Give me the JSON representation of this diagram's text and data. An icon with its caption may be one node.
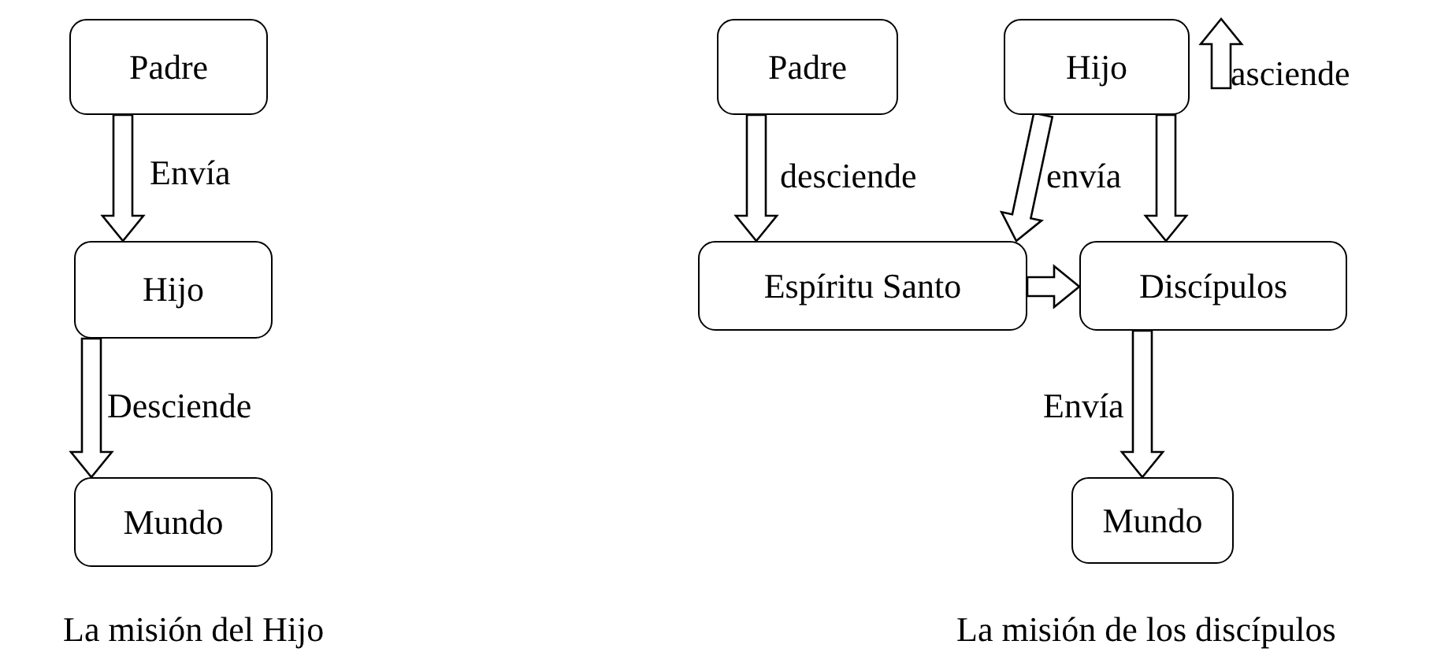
{
  "diagram": {
    "nodes": [
      {
        "text": [
          "Padre"
        ]
      },
      {
        "text": [
          "Hijo"
        ]
      },
      {
        "text": [
          "Mundo"
        ]
      },
      {
        "text": [
          "Padre"
        ]
      },
      {
        "text": [
          "Hijo"
        ],
        "beside": [
          "asciende"
        ]
      },
      {
        "text": [
          "Espíritu Santo"
        ]
      },
      {
        "text": [
          "Discípulos"
        ]
      },
      {
        "text": [
          "Mundo"
        ]
      }
    ],
    "edges": [
      {
        "from": 0,
        "to": 1,
        "arrow": "to",
        "label": "Envía"
      },
      {
        "from": 1,
        "to": 2,
        "arrow": "to",
        "label": "Desciende"
      },
      {
        "from": 3,
        "to": 5,
        "arrow": "to",
        "label": "desciende"
      },
      {
        "from": 4,
        "to": 5,
        "arrow": "to",
        "label": "envía"
      },
      {
        "from": 4,
        "to": 6,
        "arrow": "to"
      },
      {
        "from": 5,
        "to": 6,
        "arrow": "to"
      },
      {
        "from": 6,
        "to": 7,
        "arrow": "to",
        "label": "Envía"
      }
    ],
    "labels": [
      "La misión del Hijo",
      "La misión de los discípulos"
    ]
  }
}
